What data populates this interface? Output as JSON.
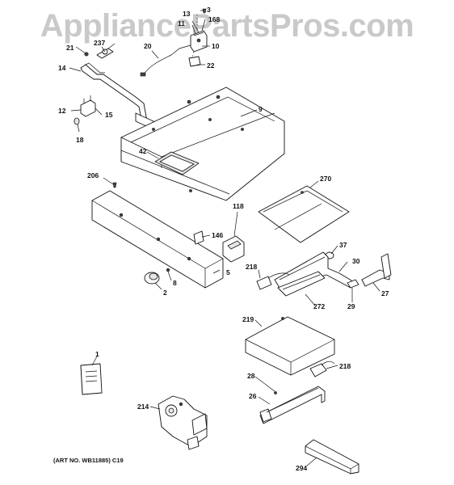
{
  "watermark": "AppliancePartsPros.com",
  "art_number": "(ART NO. WB11885) C19",
  "callouts": [
    {
      "id": "c3",
      "text": "3"
    },
    {
      "id": "c13",
      "text": "13"
    },
    {
      "id": "c168",
      "text": "168"
    },
    {
      "id": "c11",
      "text": "11"
    },
    {
      "id": "c237",
      "text": "237"
    },
    {
      "id": "c21",
      "text": "21"
    },
    {
      "id": "c20",
      "text": "20"
    },
    {
      "id": "c10",
      "text": "10"
    },
    {
      "id": "c22",
      "text": "22"
    },
    {
      "id": "c14",
      "text": "14"
    },
    {
      "id": "c9",
      "text": "9"
    },
    {
      "id": "c12",
      "text": "12"
    },
    {
      "id": "c15",
      "text": "15"
    },
    {
      "id": "c18",
      "text": "18"
    },
    {
      "id": "c42",
      "text": "42"
    },
    {
      "id": "c206",
      "text": "206"
    },
    {
      "id": "c270",
      "text": "270"
    },
    {
      "id": "c118",
      "text": "118"
    },
    {
      "id": "c146",
      "text": "146"
    },
    {
      "id": "c37",
      "text": "37"
    },
    {
      "id": "c30",
      "text": "30"
    },
    {
      "id": "c5",
      "text": "5"
    },
    {
      "id": "c8",
      "text": "8"
    },
    {
      "id": "c218a",
      "text": "218"
    },
    {
      "id": "c2",
      "text": "2"
    },
    {
      "id": "c27",
      "text": "27"
    },
    {
      "id": "c272",
      "text": "272"
    },
    {
      "id": "c29",
      "text": "29"
    },
    {
      "id": "c219",
      "text": "219"
    },
    {
      "id": "c218b",
      "text": "218"
    },
    {
      "id": "c1",
      "text": "1"
    },
    {
      "id": "c28",
      "text": "28"
    },
    {
      "id": "c26",
      "text": "26"
    },
    {
      "id": "c214",
      "text": "214"
    },
    {
      "id": "c294",
      "text": "294"
    }
  ]
}
